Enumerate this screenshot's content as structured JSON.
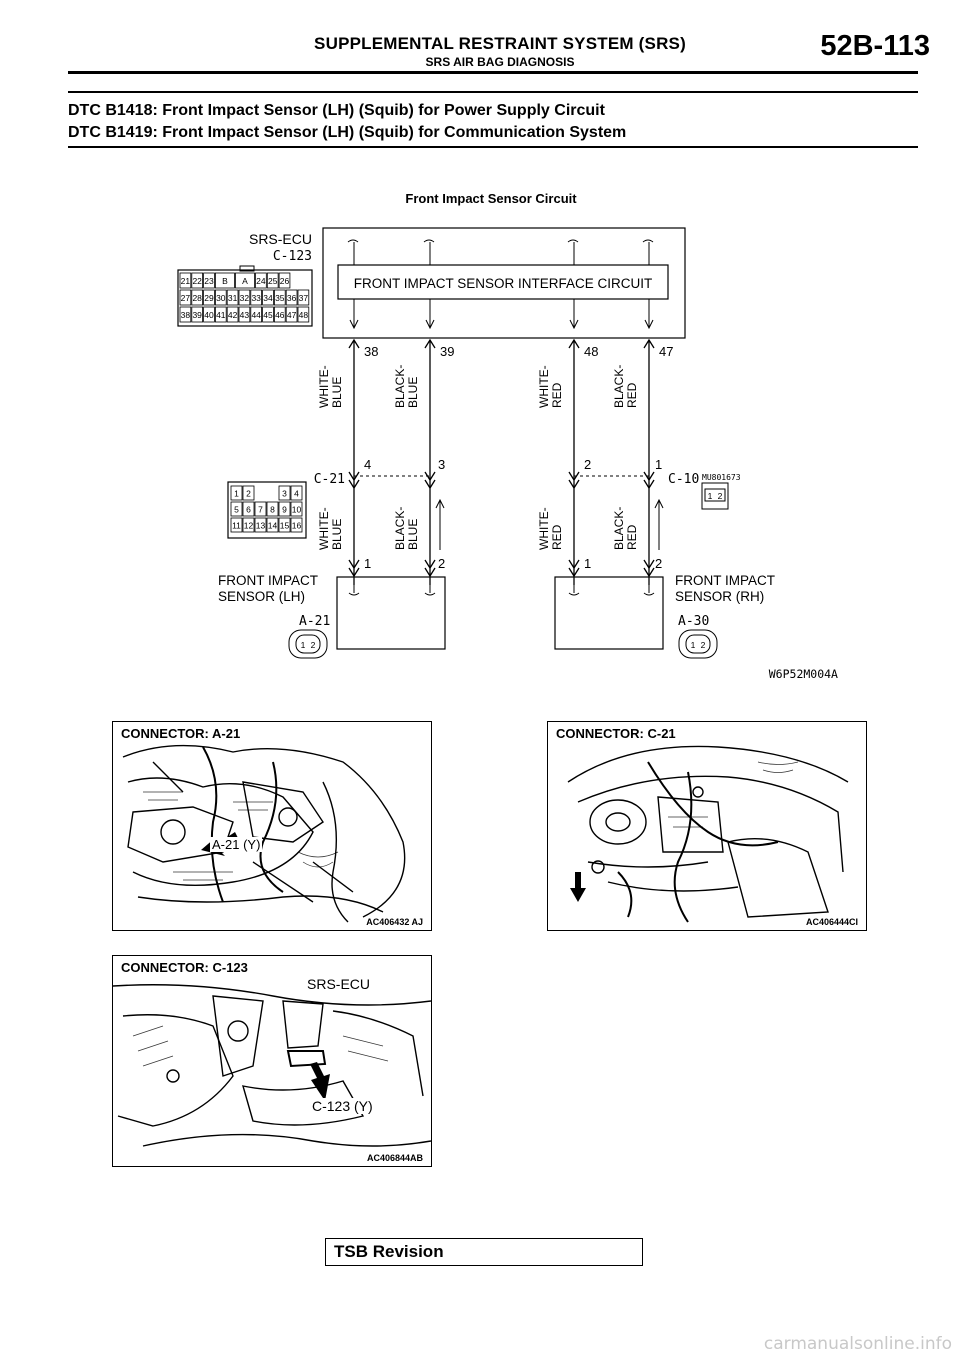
{
  "header": {
    "title": "SUPPLEMENTAL RESTRAINT SYSTEM (SRS)",
    "subtitle": "SRS AIR BAG DIAGNOSIS",
    "page": "52B-113"
  },
  "dtc": {
    "line1": "DTC B1418: Front Impact Sensor (LH) (Squib) for Power Supply Circuit",
    "line2": "DTC B1419: Front Impact Sensor (LH) (Squib) for Communication System"
  },
  "diagram": {
    "title": "Front Impact Sensor Circuit",
    "ecu_label": "SRS-ECU",
    "ecu_connector": "C-123",
    "interface_label": "FRONT IMPACT SENSOR INTERFACE CIRCUIT",
    "ecu_pins": [
      "38",
      "39",
      "48",
      "47"
    ],
    "wire_colors": [
      "WHITE-\nBLUE",
      "BLACK-\nBLUE",
      "WHITE-\nRED",
      "BLACK-\nRED"
    ],
    "junction_left": "C-21",
    "junction_right": "C-10",
    "junction_pins_upper": [
      "4",
      "3",
      "2",
      "1"
    ],
    "junction_pins_lower": [
      "1",
      "2",
      "1",
      "2"
    ],
    "part_code": "MU801673",
    "sensor_lh": "FRONT IMPACT\nSENSOR (LH)",
    "sensor_rh": "FRONT IMPACT\nSENSOR (RH)",
    "sensor_lh_connector": "A-21",
    "sensor_rh_connector": "A-30",
    "figure_code": "W6P52M004A",
    "c123_rows": [
      [
        "21",
        "22",
        "23",
        "B",
        "A",
        "24",
        "25",
        "26"
      ],
      [
        "27",
        "28",
        "29",
        "30",
        "31",
        "32",
        "33",
        "34",
        "35",
        "36",
        "37"
      ],
      [
        "38",
        "39",
        "40",
        "41",
        "42",
        "43",
        "44",
        "45",
        "46",
        "47",
        "48"
      ]
    ],
    "c21_rows": [
      [
        "1",
        "2",
        "3",
        "4"
      ],
      [
        "5",
        "6",
        "7",
        "8",
        "9",
        "10"
      ],
      [
        "11",
        "12",
        "13",
        "14",
        "15",
        "16"
      ]
    ],
    "two_pin": [
      "1",
      "2"
    ]
  },
  "photos": [
    {
      "title": "CONNECTOR: A-21",
      "callout": "A-21 (Y)",
      "code": "AC406432 AJ"
    },
    {
      "title": "CONNECTOR: C-21",
      "code": "AC406444CI"
    },
    {
      "title": "CONNECTOR: C-123",
      "label": "SRS-ECU",
      "callout": "C-123 (Y)",
      "code": "AC406844AB"
    }
  ],
  "footer": {
    "tsb": "TSB Revision",
    "watermark": "carmanualsonline.info"
  }
}
